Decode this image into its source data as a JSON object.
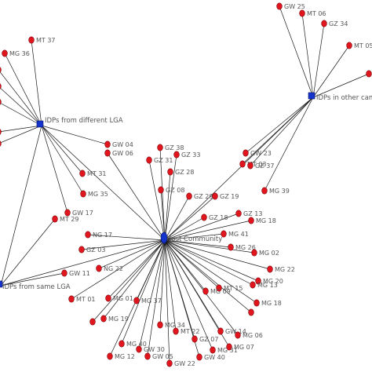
{
  "hubs": [
    {
      "id": "dl",
      "label": "IDPs from different LGA"
    },
    {
      "id": "oc",
      "label": "IDPs in other camps"
    },
    {
      "id": "hc",
      "label": "Host Community"
    },
    {
      "id": "sl",
      "label": "IDPs from same LGA"
    }
  ],
  "nodes": [
    {
      "label": "MT 37"
    },
    {
      "label": "MG 36"
    },
    {
      "label": ""
    },
    {
      "label": ""
    },
    {
      "label": ""
    },
    {
      "label": ""
    },
    {
      "label": ""
    },
    {
      "label": "GW 25"
    },
    {
      "label": "MT 06"
    },
    {
      "label": "GZ 34"
    },
    {
      "label": "MT 05"
    },
    {
      "label": ""
    },
    {
      "label": "GW 04"
    },
    {
      "label": "GW 06"
    },
    {
      "label": "GZ 38"
    },
    {
      "label": "GZ 31"
    },
    {
      "label": "GZ 33"
    },
    {
      "label": "MT 31"
    },
    {
      "label": "GZ 28"
    },
    {
      "label": "GW 23"
    },
    {
      "label": "MT 03"
    },
    {
      "label": "GZ 37"
    },
    {
      "label": "MG 35"
    },
    {
      "label": "GZ 08"
    },
    {
      "label": "GZ 29"
    },
    {
      "label": "GZ 19"
    },
    {
      "label": "MG 39"
    },
    {
      "label": "GW 17"
    },
    {
      "label": "MT 29"
    },
    {
      "label": "GZ 18"
    },
    {
      "label": "GZ 13"
    },
    {
      "label": "MG 18"
    },
    {
      "label": "NG 17"
    },
    {
      "label": "MG 41"
    },
    {
      "label": "GZ 03"
    },
    {
      "label": "MG 26"
    },
    {
      "label": "MG 02"
    },
    {
      "label": "NG 22"
    },
    {
      "label": "MG 22"
    },
    {
      "label": "GW 11"
    },
    {
      "label": "MT 15"
    },
    {
      "label": "MG 20"
    },
    {
      "label": "MG 09"
    },
    {
      "label": "MG 13"
    },
    {
      "label": "MT 01"
    },
    {
      "label": "MG 01"
    },
    {
      "label": "MG 37"
    },
    {
      "label": "MG 18"
    },
    {
      "label": "MG 19"
    },
    {
      "label": "MT 22"
    },
    {
      "label": "GW 14"
    },
    {
      "label": "MG 06"
    },
    {
      "label": "MG 34"
    },
    {
      "label": "GZ 07"
    },
    {
      "label": "MG 07"
    },
    {
      "label": "MG 40"
    },
    {
      "label": "MG 12"
    },
    {
      "label": "GW 30"
    },
    {
      "label": "GW 05"
    },
    {
      "label": "GW 22"
    },
    {
      "label": "GW 40"
    },
    {
      "label": "MG 31"
    },
    {
      "label": ""
    },
    {
      "label": ""
    }
  ],
  "colors": {
    "leaf": "#e1151e",
    "hub": "#1433cc",
    "edge": "#1a1a1a",
    "label": "#555555"
  }
}
